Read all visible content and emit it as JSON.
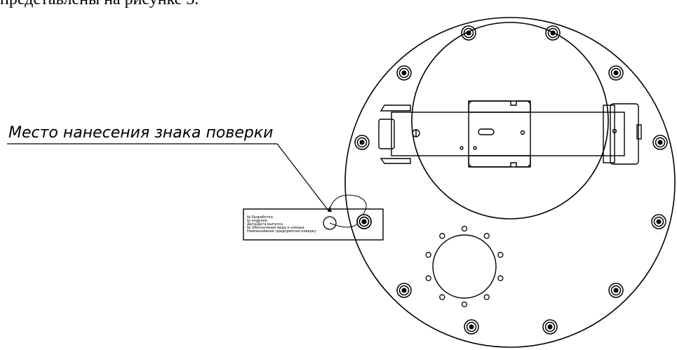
{
  "document": {
    "top_text": "представлены на рисунке 3."
  },
  "drawing": {
    "callout_label": "Место нанесения знака поверки",
    "plate_lines": [
      "№ Разработка",
      "№ изделия",
      "Дата/Дата выпуска",
      "№ Обозначение вида и номера",
      "Наименование предприятия-поверку"
    ],
    "line_color": "#000000"
  }
}
